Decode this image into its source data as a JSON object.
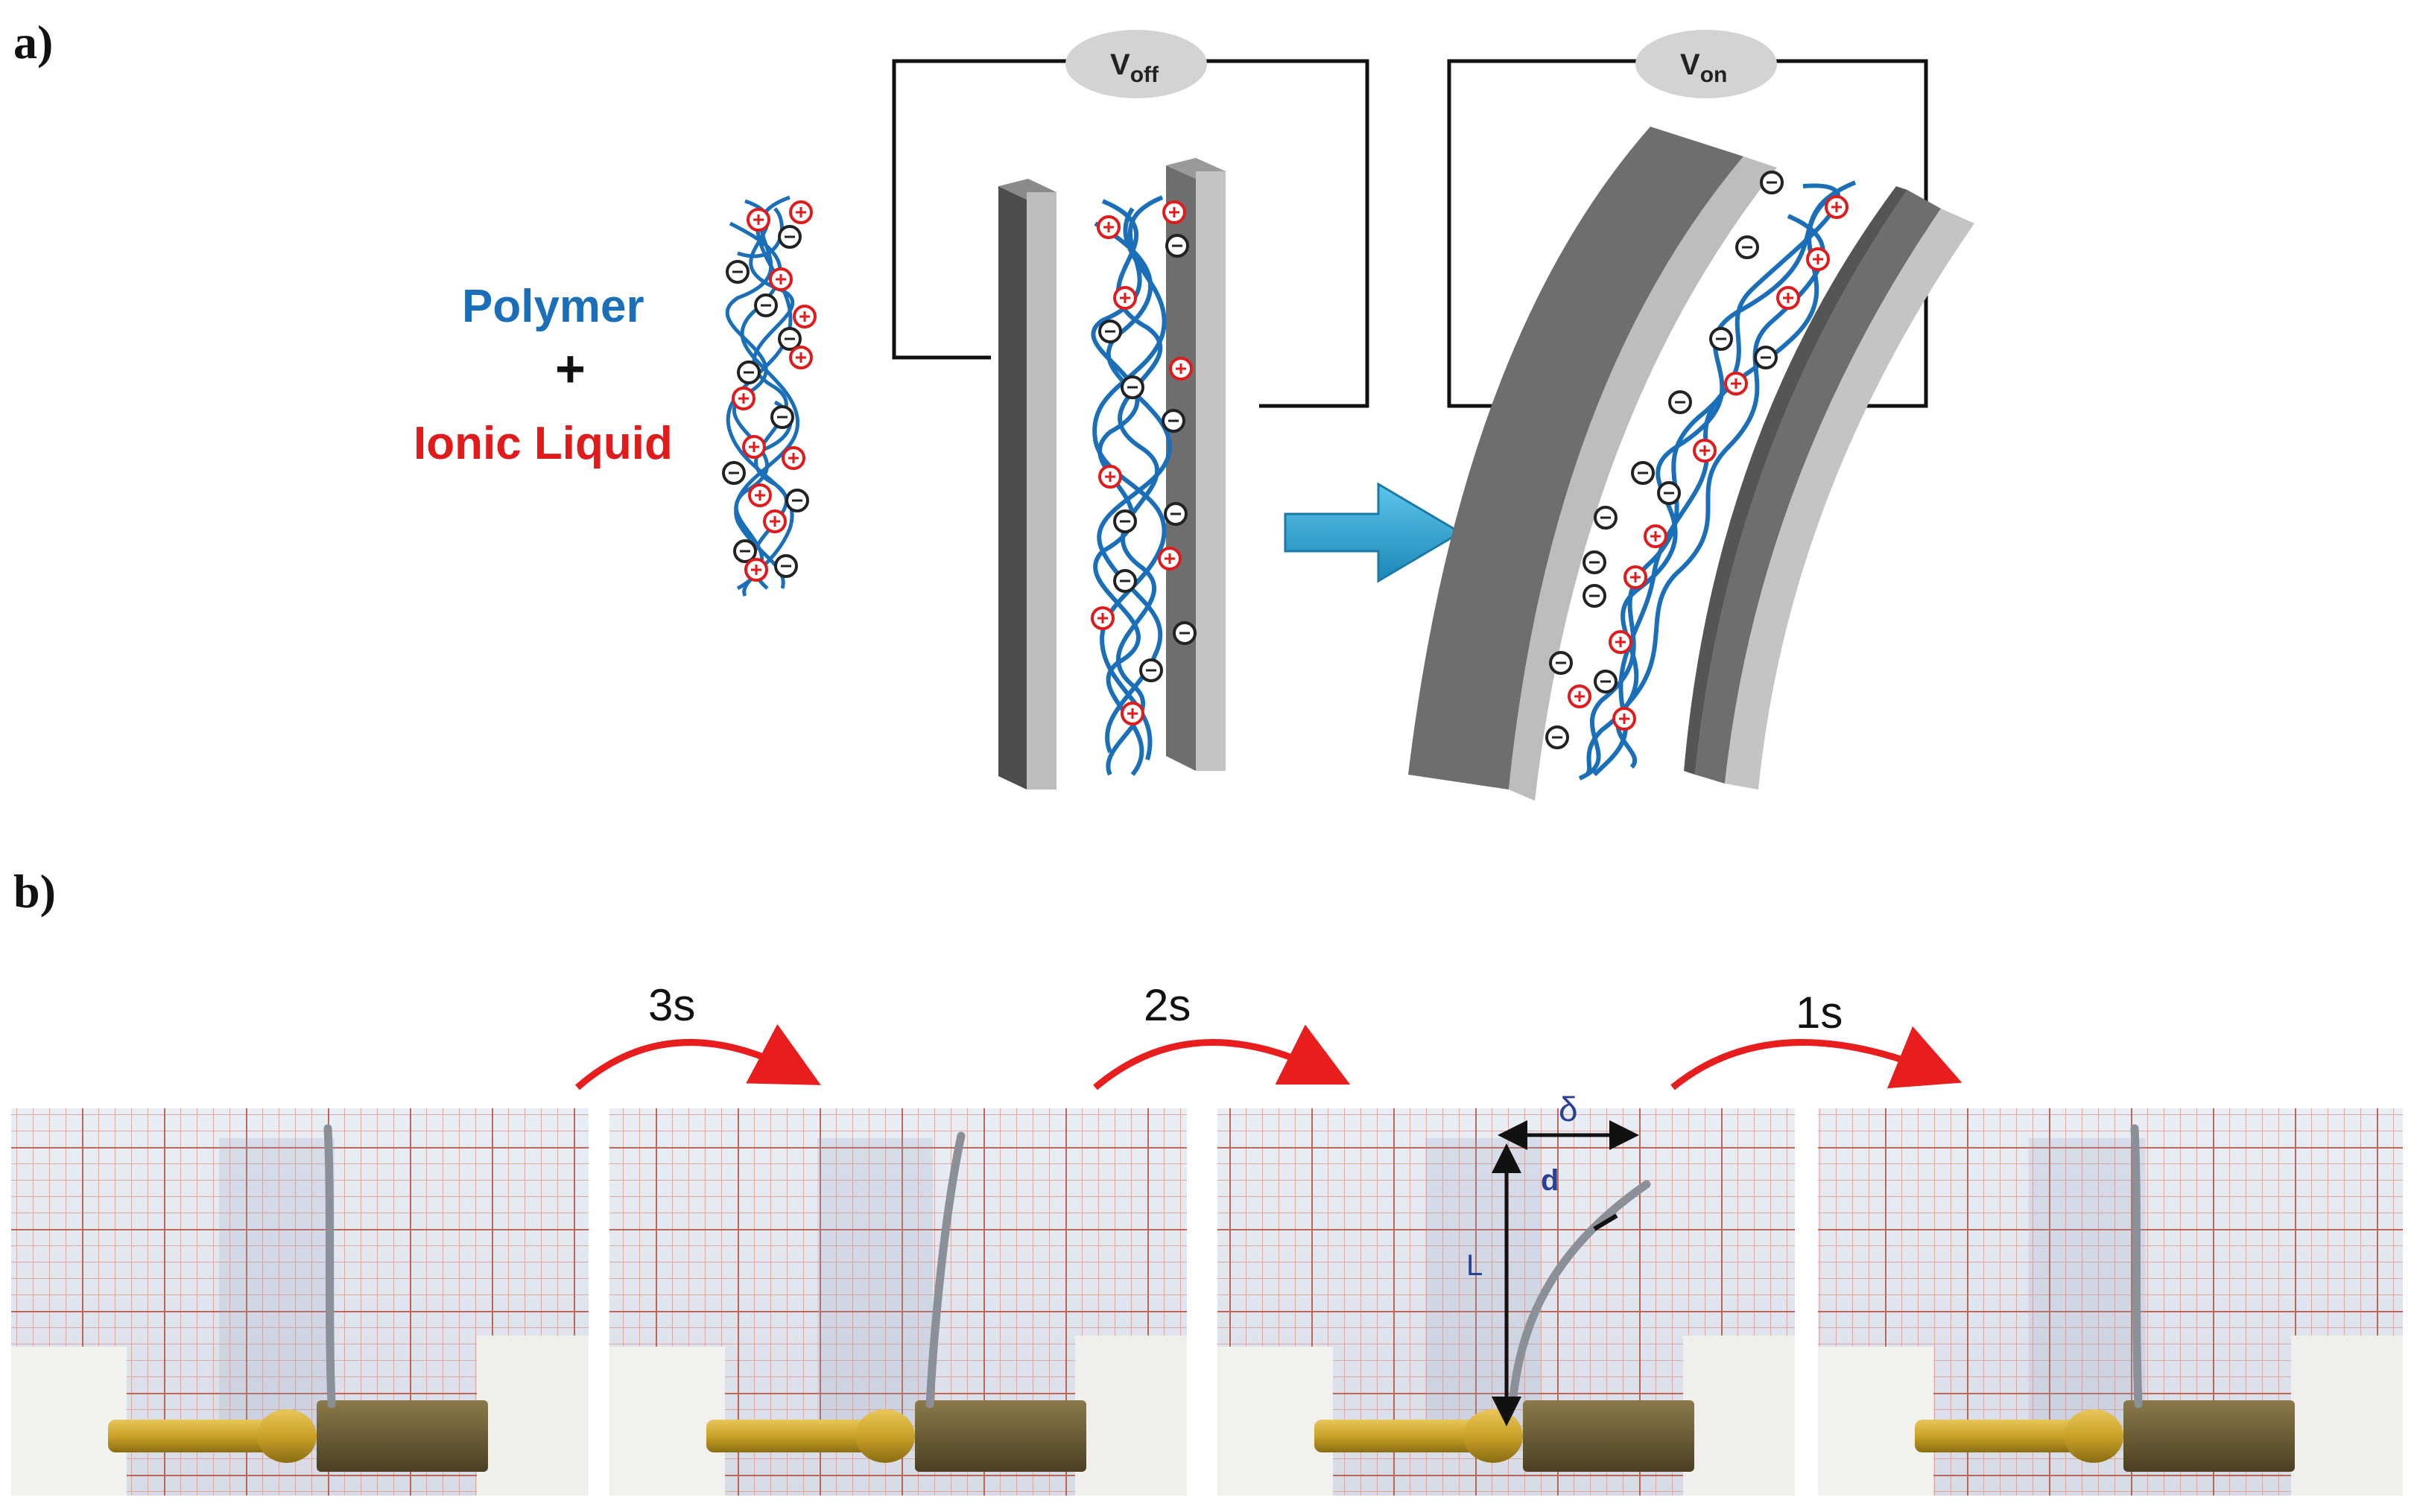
{
  "panel_a": {
    "label": "a)",
    "legend": {
      "polymer": "Polymer",
      "plus": "+",
      "ionic_liquid": "Ionic Liquid"
    },
    "voltage_off": {
      "main": "V",
      "sub": "off"
    },
    "voltage_on": {
      "main": "V",
      "sub": "on"
    }
  },
  "panel_b": {
    "label": "b)",
    "times": [
      "3s",
      "2s",
      "1s"
    ],
    "annotations": {
      "delta": "δ",
      "d": "d",
      "L": "L"
    }
  },
  "colors": {
    "polymer": "#1a6fb8",
    "ionic_liquid": "#e01b1b",
    "electrode_dark": "#6e6e6e",
    "electrode_light": "#bdbdbd",
    "arrow_blue": "#2ea6d6",
    "time_arrow": "#e81d1d",
    "grid_line": "#c0624a",
    "brass": "#c9a227"
  }
}
